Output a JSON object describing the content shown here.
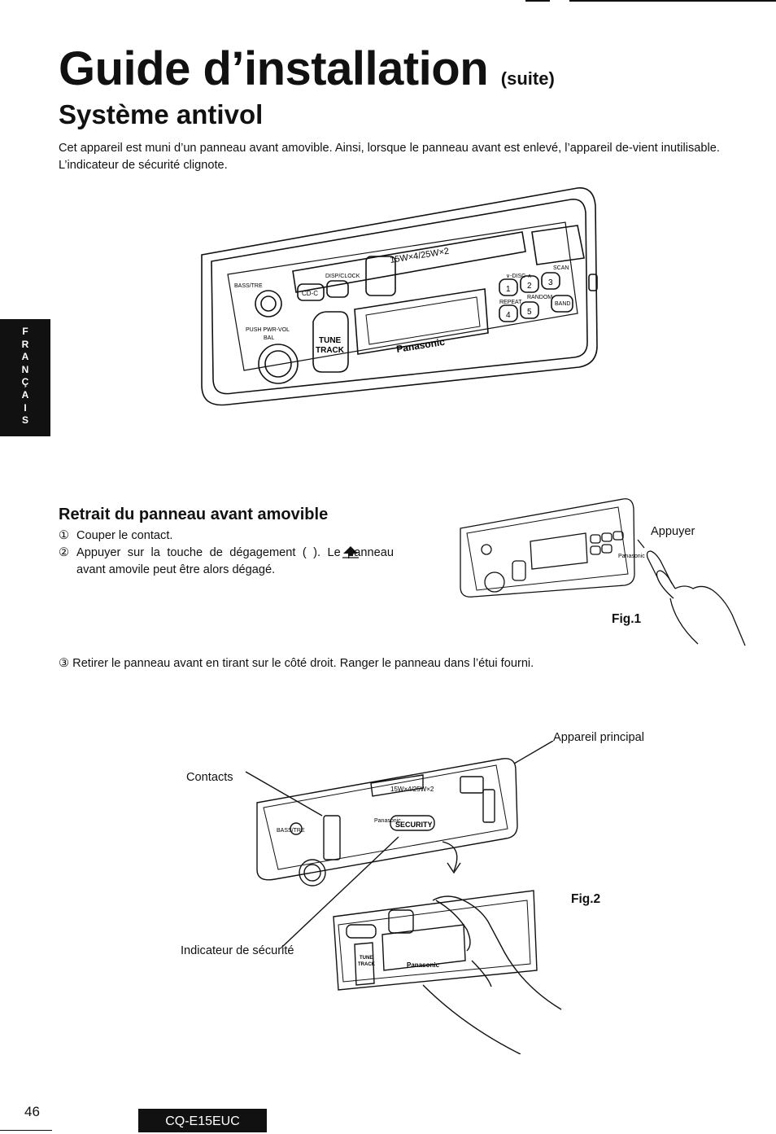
{
  "header": {
    "title": "Guide d’installation",
    "title_suffix": "(suite)",
    "subtitle": "Système antivol"
  },
  "intro_text": "Cet appareil est muni d’un panneau avant amovible. Ainsi, lorsque le panneau avant est enlevé, l’appareil de-vient inutilisable. L’indicateur de sécurité clignote.",
  "language_tab": [
    "F",
    "R",
    "A",
    "N",
    "Ç",
    "A",
    "I",
    "S"
  ],
  "main_illustration": {
    "labels": {
      "bass_treble": "BASS/TRE",
      "disp_clock": "DISP/CLOCK",
      "push_pwr_vol": "PUSH PWR-VOL",
      "bal": "BAL",
      "cd_c": "CD-C",
      "tune": "TUNE",
      "track": "TRACK",
      "brand": "Panasonic",
      "power_spec": "15W×4/25W×2",
      "disc": "∨-DISC-∧",
      "scan": "SCAN",
      "repeat": "REPEAT",
      "random": "RANDOM",
      "band": "BAND",
      "preset_1": "1",
      "preset_2": "2",
      "preset_3": "3",
      "preset_4": "4",
      "preset_5": "5"
    }
  },
  "section_removal": {
    "heading": "Retrait du panneau avant amovible",
    "steps": [
      {
        "num": "①",
        "text": "Couper le contact."
      },
      {
        "num": "②",
        "text": "Appuyer sur la touche de dégagement (  ). Le panneau avant amovile peut être alors dégagé."
      },
      {
        "num": "③",
        "text": "Retirer le panneau avant en tirant sur le côté droit. Ranger le panneau dans l’étui fourni."
      }
    ]
  },
  "figure1": {
    "label": "Fig.1",
    "callout": "Appuyer"
  },
  "figure2": {
    "label": "Fig.2",
    "callouts": {
      "main_unit": "Appareil principal",
      "contacts": "Contacts",
      "security_indicator": "Indicateur de sécurité"
    },
    "security_badge": "SECURITY"
  },
  "footer": {
    "page_number": "46",
    "model": "CQ-E15EUC"
  }
}
